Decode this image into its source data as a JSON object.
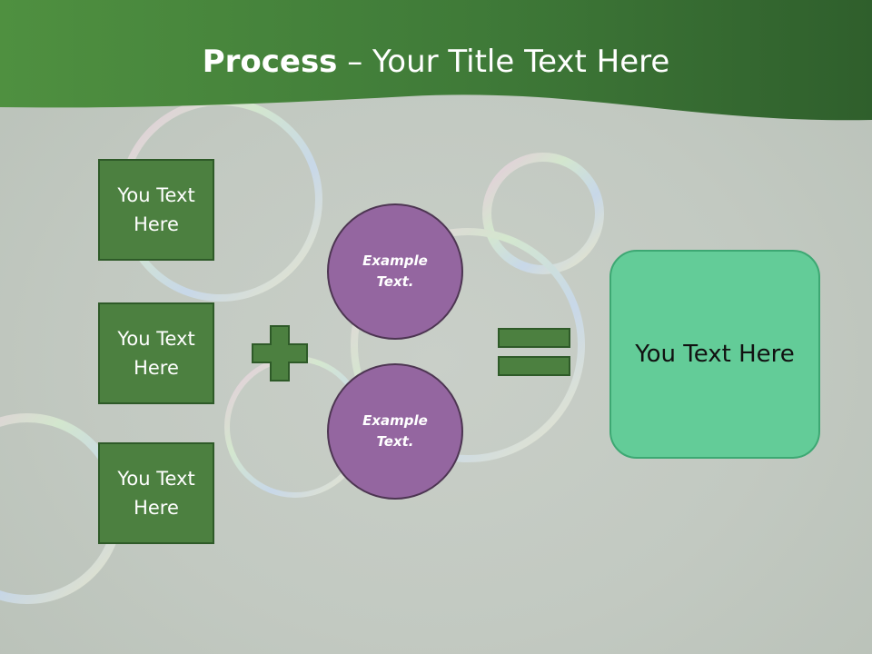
{
  "slide": {
    "title_bold": "Process",
    "title_rest": " – Your Title Text Here",
    "left_boxes": [
      {
        "label": "You Text Here"
      },
      {
        "label": "You Text Here"
      },
      {
        "label": "You Text Here"
      }
    ],
    "circles": [
      {
        "label": "Example Text."
      },
      {
        "label": "Example Text."
      }
    ],
    "result_label": "You Text Here"
  },
  "colors": {
    "header_green": "#4f8a3f",
    "box_green": "#4c8040",
    "circle_purple": "#9466a0",
    "result_green": "#63cc98",
    "background": "#c4cac3"
  },
  "icons": [
    "plus-icon",
    "equals-icon"
  ]
}
